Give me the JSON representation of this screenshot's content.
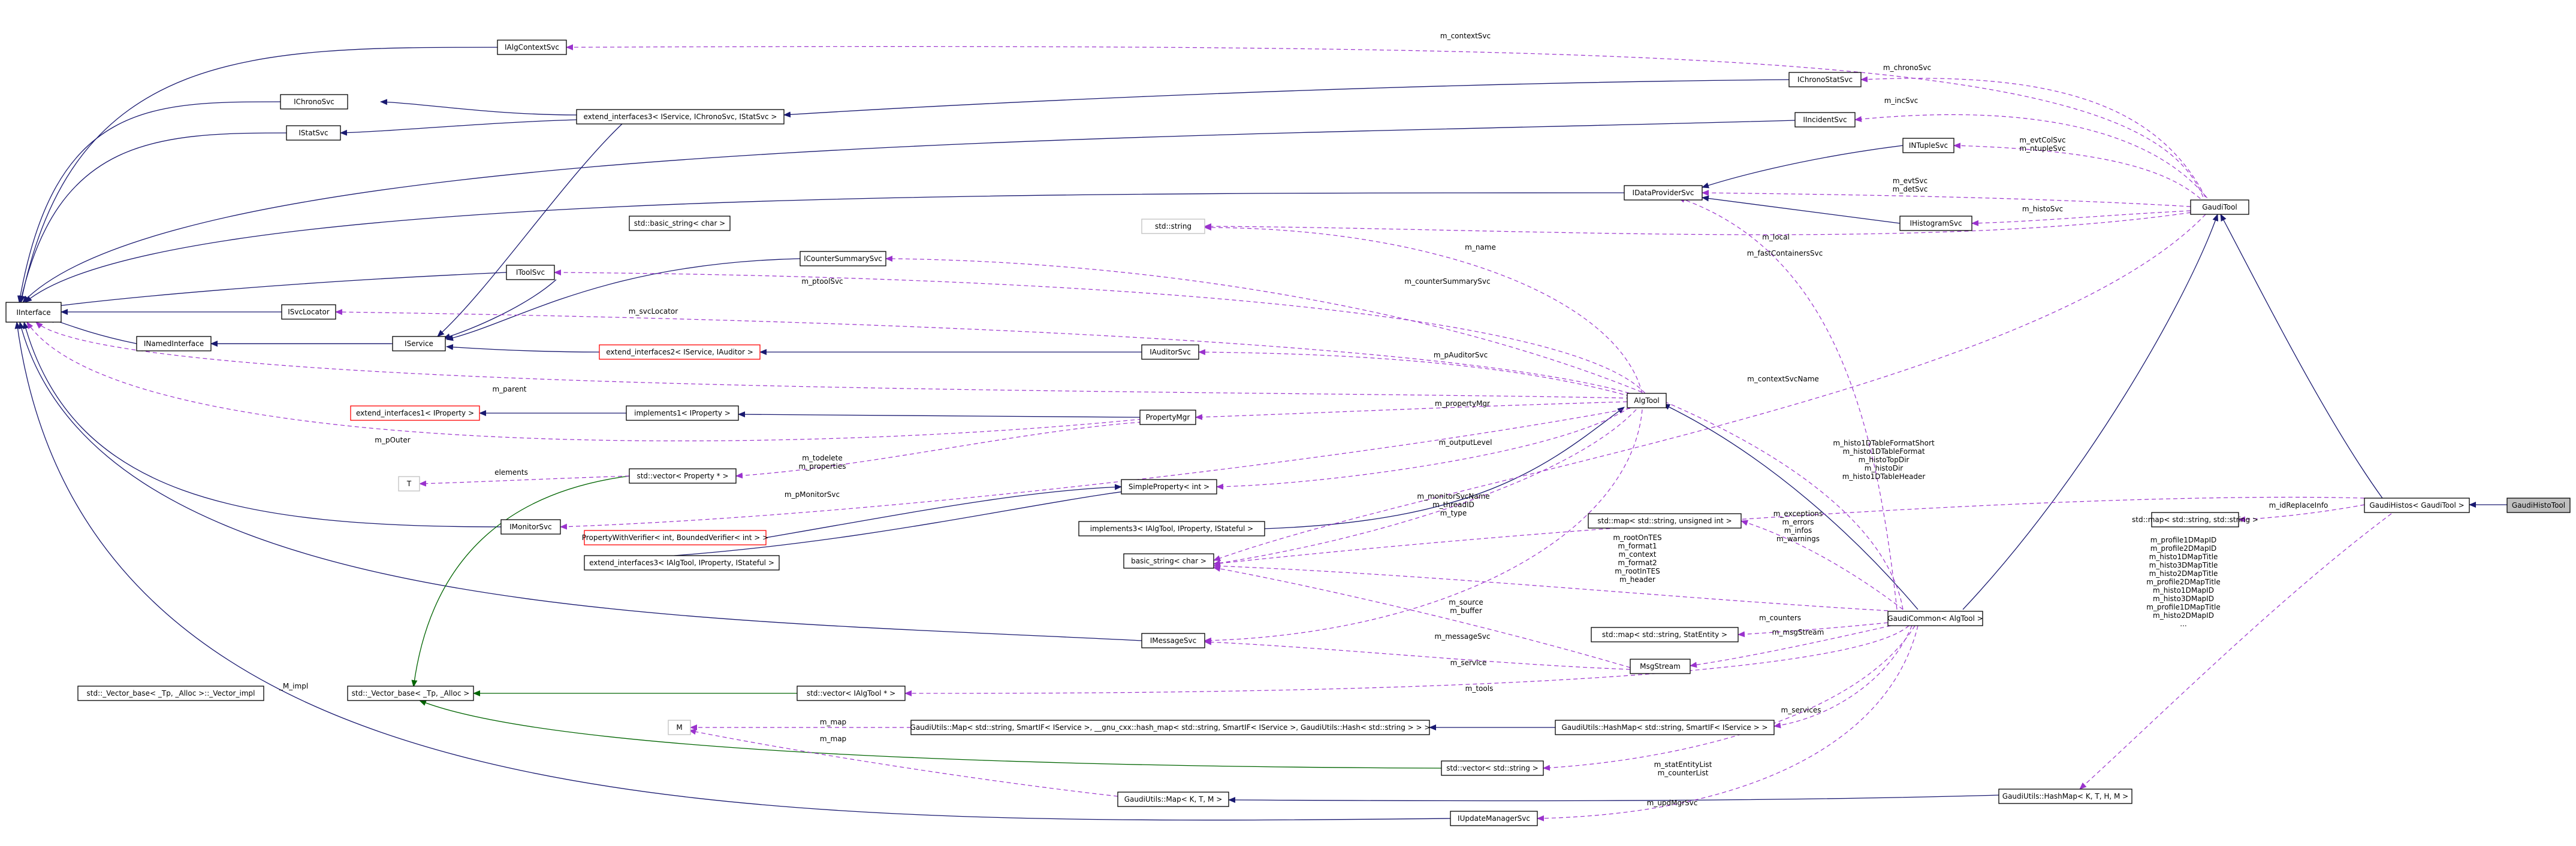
{
  "diagram": {
    "colors": {
      "inheritance": "#191970",
      "template": "#006400",
      "usage": "#9a32cd",
      "focus_fill": "#bfbfbf",
      "missing_border": "#ff0000",
      "external_border": "#bfbfbf"
    },
    "nodes": {
      "ialgcontextsvc": "IAlgContextSvc",
      "ichronostatsvc": "IChronoStatSvc",
      "iincidentsvc": "IIncidentSvc",
      "intuplesvc": "INTupleSvc",
      "idataprovidersvc": "IDataProviderSvc",
      "ihistogramsvc": "IHistogramSvc",
      "gauditool": "GaudiTool",
      "ichronosvc": "IChronoSvc",
      "istatsvc": "IStatSvc",
      "extend_chrono": "extend_interfaces3< IService, IChronoSvc, IStatSvc >",
      "basic_string_decl": "std::basic_string< char >",
      "std_string": "std::string",
      "icountersummarysvc": "ICounterSummarySvc",
      "itoolsvc": "IToolSvc",
      "isvclocator": "ISvcLocator",
      "iinterface": "IInterface",
      "inamedinterface": "INamedInterface",
      "iservice": "IService",
      "extend_auditor": "extend_interfaces2< IService, IAuditor >",
      "iauditorsvc": "IAuditorSvc",
      "algtool": "AlgTool",
      "extend_property": "extend_interfaces1< IProperty >",
      "implements1": "implements1< IProperty >",
      "propertymgr": "PropertyMgr",
      "t_node": "T",
      "vector_property": "std::vector< Property * >",
      "simpleproperty": "SimpleProperty< int >",
      "imonitorsvc": "IMonitorSvc",
      "propwithverifier": "PropertyWithVerifier< int, BoundedVerifier< int > >",
      "implements3": "implements3< IAlgTool, IProperty, IStateful >",
      "extend_stateful": "extend_interfaces3< IAlgTool, IProperty, IStateful >",
      "basic_string_char": "basic_string< char >",
      "map_string_uint": "std::map< std::string, unsigned int >",
      "map_string_statentity": "std::map< std::string, StatEntity >",
      "gaudicommon": "GaudiCommon< AlgTool >",
      "imessagesvc": "IMessageSvc",
      "msgstream": "MsgStream",
      "vector_impl": "std::_Vector_base< _Tp, _Alloc >::_Vector_impl",
      "vector_base": "std::_Vector_base< _Tp, _Alloc >",
      "vector_ialgtool": "std::vector< IAlgTool * >",
      "m_node": "M",
      "gaudiutils_map_smartif": "GaudiUtils::Map< std::string, SmartIF< IService >, __gnu_cxx::hash_map< std::string, SmartIF< IService >, GaudiUtils::Hash< std::string > > >",
      "gaudiutils_hashmap_smartif": "GaudiUtils::HashMap< std::string, SmartIF< IService > >",
      "vector_string": "std::vector< std::string >",
      "gaudiutils_map_ktm": "GaudiUtils::Map< K, T, M >",
      "iupdatemanagersvc": "IUpdateManagerSvc",
      "gaudiutils_hashmap_kthm": "GaudiUtils::HashMap< K, T, H, M >",
      "map_string_string": "std::map< std::string, std::string >",
      "gaudihistos": "GaudiHistos< GaudiTool >",
      "gaudihistotool": "GaudiHistoTool"
    },
    "labels": {
      "m_contextSvc": "m_contextSvc",
      "m_chronoSvc": "m_chronoSvc",
      "m_incSvc": "m_incSvc",
      "m_evtColSvc_m_ntupleSvc": "m_evtColSvc\nm_ntupleSvc",
      "m_evtSvc_m_detSvc": "m_evtSvc\nm_detSvc",
      "m_histoSvc": "m_histoSvc",
      "m_name": "m_name",
      "m_local": "m_local",
      "m_fastContainersSvc": "m_fastContainersSvc",
      "m_ptoolSvc": "m_ptoolSvc",
      "m_counterSummarySvc": "m_counterSummarySvc",
      "m_svcLocator": "m_svcLocator",
      "m_pAuditorSvc": "m_pAuditorSvc",
      "m_parent": "m_parent",
      "m_contextSvcName": "m_contextSvcName",
      "m_propertyMgr": "m_propertyMgr",
      "m_pOuter": "m_pOuter",
      "m_outputLevel": "m_outputLevel",
      "elements": "elements",
      "m_todelete_m_properties": "m_todelete\nm_properties",
      "m_pMonitorSvc": "m_pMonitorSvc",
      "m_monitorSvcName_m_threadID_m_type": "m_monitorSvcName\nm_threadID\nm_type",
      "m_histo1DTable": "m_histo1DTableFormatShort\nm_histo1DTableFormat\nm_histoTopDir\nm_histoDir\nm_histo1DTableHeader",
      "m_exceptions": "m_exceptions\nm_errors\nm_infos\nm_warnings",
      "m_rootOnTES": "m_rootOnTES\nm_format1\nm_context\nm_format2\nm_rootInTES\nm_header",
      "m_source_m_buffer": "m_source\nm_buffer",
      "m_counters": "m_counters",
      "m_msgStream": "m_msgStream",
      "m_messageSvc": "m_messageSvc",
      "m_service": "m_service",
      "m_idReplaceInfo": "m_idReplaceInfo",
      "m_profile1DMapID": "m_profile1DMapID\nm_profile2DMapID\nm_histo1DMapTitle\nm_histo3DMapTitle\nm_histo2DMapTitle\nm_profile2DMapTitle\nm_histo1DMapID\nm_histo3DMapID\nm_profile1DMapTitle\nm_histo2DMapID\n...",
      "M_impl": "_M_impl",
      "m_tools": "m_tools",
      "m_map_1": "m_map",
      "m_map_2": "m_map",
      "m_services": "m_services",
      "m_statEntityList_m_counterList": "m_statEntityList\nm_counterList",
      "m_updMgrSvc": "m_updMgrSvc"
    }
  }
}
